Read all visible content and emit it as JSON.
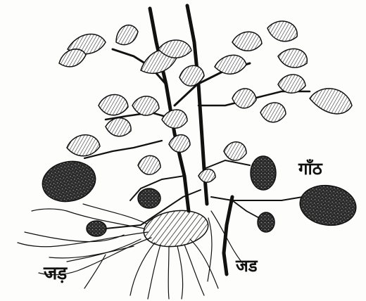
{
  "labels": {
    "tuber": "गाँठ",
    "root_left": "जड़",
    "root_right": "जड"
  },
  "colors": {
    "ink": "#111111",
    "paper": "#fdfdfb"
  }
}
